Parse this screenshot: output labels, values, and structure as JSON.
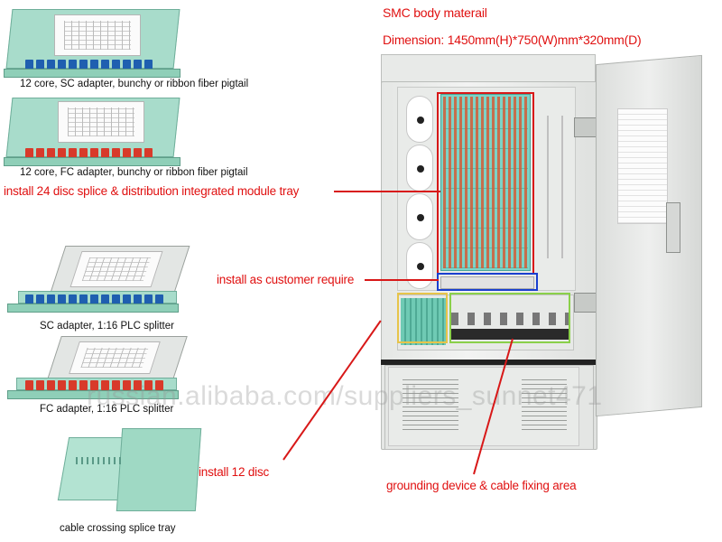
{
  "header": {
    "material": "SMC body materail",
    "dimension": "Dimension: 1450mm(H)*750(W)mm*320mm(D)"
  },
  "trays": {
    "sc_pigtail": "12 core, SC adapter,  bunchy or ribbon fiber pigtail",
    "fc_pigtail": "12 core, FC adapter,  bunchy or ribbon fiber pigtail",
    "sc_splitter": "SC adapter, 1:16 PLC splitter",
    "fc_splitter": "FC adapter, 1:16 PLC splitter",
    "crossing": "cable crossing splice tray"
  },
  "callouts": {
    "module_tray": "install 24 disc splice & distribution integrated module tray",
    "customer": "install as customer require",
    "twelve_disc": "install 12 disc",
    "grounding": "grounding device & cable fixing area"
  },
  "colors": {
    "callout": "#e01010",
    "sc_port": "#1f5fb0",
    "fc_port": "#d83a2a",
    "tray_green": "#a8dccb"
  },
  "watermark": "russian.alibaba.com/suppliers_sunnet471"
}
